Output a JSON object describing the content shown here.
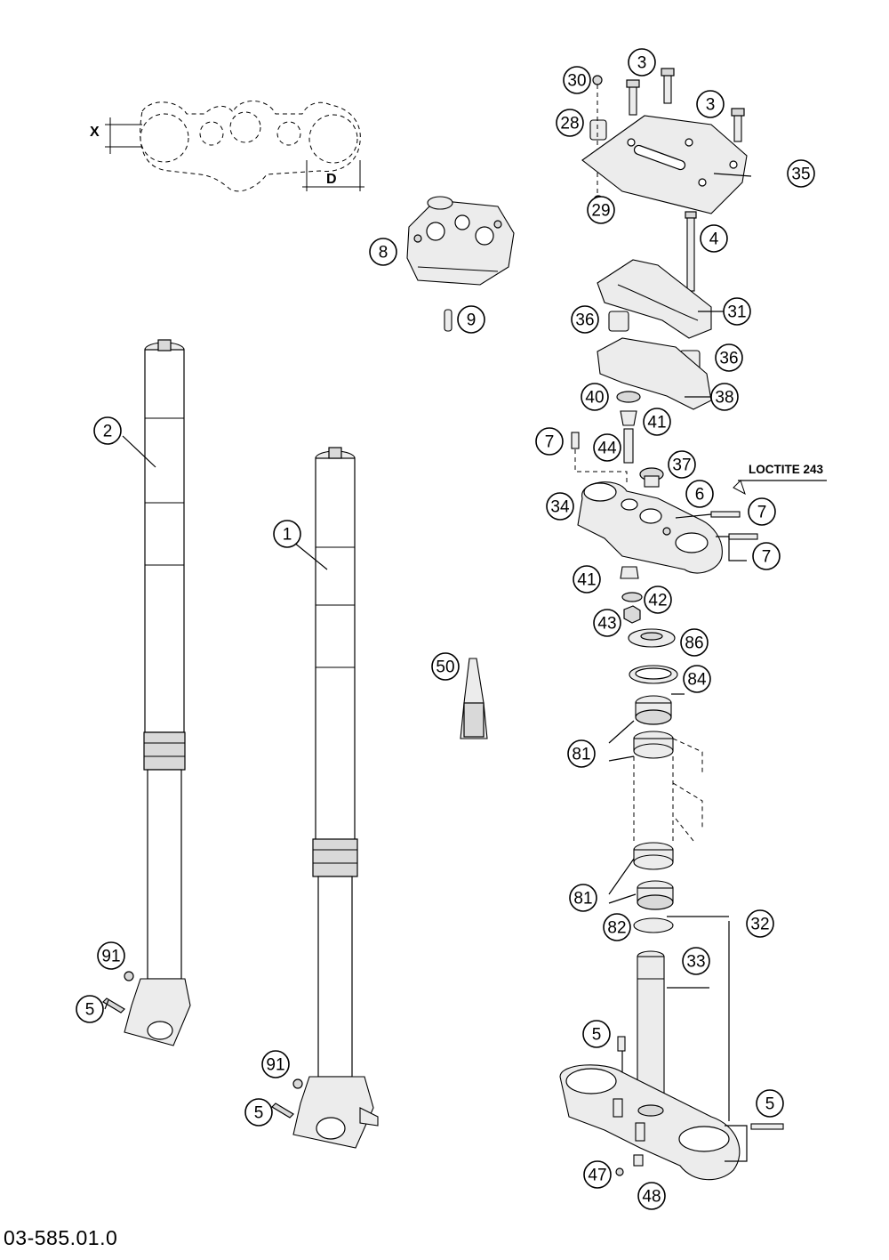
{
  "drawing_number": "03-585.01.0",
  "dimension_labels": {
    "x": "X",
    "d": "D"
  },
  "note": "LOCTITE 243",
  "callouts": [
    "1",
    "2",
    "3",
    "3",
    "4",
    "5",
    "5",
    "5",
    "5",
    "6",
    "7",
    "7",
    "7",
    "8",
    "9",
    "28",
    "29",
    "30",
    "31",
    "32",
    "33",
    "34",
    "35",
    "36",
    "36",
    "37",
    "38",
    "40",
    "41",
    "41",
    "42",
    "43",
    "44",
    "47",
    "48",
    "50",
    "81",
    "81",
    "82",
    "84",
    "86",
    "91",
    "91"
  ]
}
